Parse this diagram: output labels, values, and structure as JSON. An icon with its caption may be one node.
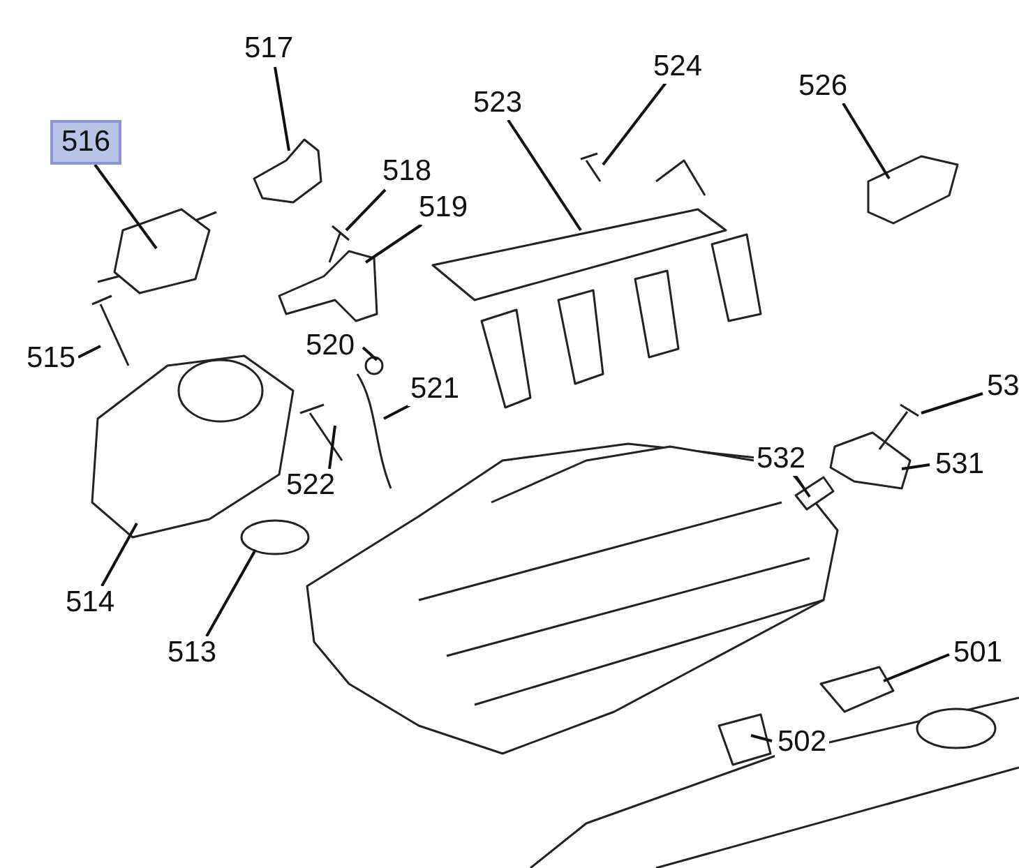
{
  "diagram": {
    "nodes": [
      {
        "text": [
          "517"
        ]
      },
      {
        "text": [
          "524"
        ]
      },
      {
        "text": [
          "523"
        ]
      },
      {
        "text": [
          "526"
        ]
      },
      {
        "text": [
          "516"
        ]
      },
      {
        "text": [
          "518"
        ]
      },
      {
        "text": [
          "519"
        ]
      },
      {
        "text": [
          "515"
        ]
      },
      {
        "text": [
          "520"
        ]
      },
      {
        "text": [
          "521"
        ]
      },
      {
        "text": [
          "53"
        ]
      },
      {
        "text": [
          "532"
        ]
      },
      {
        "text": [
          "531"
        ]
      },
      {
        "text": [
          "522"
        ]
      },
      {
        "text": [
          "514"
        ]
      },
      {
        "text": [
          "513"
        ]
      },
      {
        "text": [
          "501"
        ]
      },
      {
        "text": [
          "502"
        ]
      }
    ],
    "edges": [
      {
        "from": 0,
        "to": null,
        "arrow": "none"
      },
      {
        "from": 1,
        "to": null,
        "arrow": "none"
      },
      {
        "from": 2,
        "to": null,
        "arrow": "none"
      },
      {
        "from": 3,
        "to": null,
        "arrow": "none"
      },
      {
        "from": 4,
        "to": null,
        "arrow": "none"
      },
      {
        "from": 5,
        "to": null,
        "arrow": "none"
      },
      {
        "from": 6,
        "to": null,
        "arrow": "none"
      },
      {
        "from": 7,
        "to": null,
        "arrow": "none"
      },
      {
        "from": 8,
        "to": null,
        "arrow": "none"
      },
      {
        "from": 9,
        "to": null,
        "arrow": "none"
      },
      {
        "from": 10,
        "to": null,
        "arrow": "none"
      },
      {
        "from": 11,
        "to": null,
        "arrow": "none"
      },
      {
        "from": 12,
        "to": null,
        "arrow": "none"
      },
      {
        "from": 13,
        "to": null,
        "arrow": "none"
      },
      {
        "from": 14,
        "to": null,
        "arrow": "none"
      },
      {
        "from": 15,
        "to": null,
        "arrow": "none"
      },
      {
        "from": 16,
        "to": null,
        "arrow": "none"
      },
      {
        "from": 17,
        "to": null,
        "arrow": "none"
      }
    ]
  }
}
